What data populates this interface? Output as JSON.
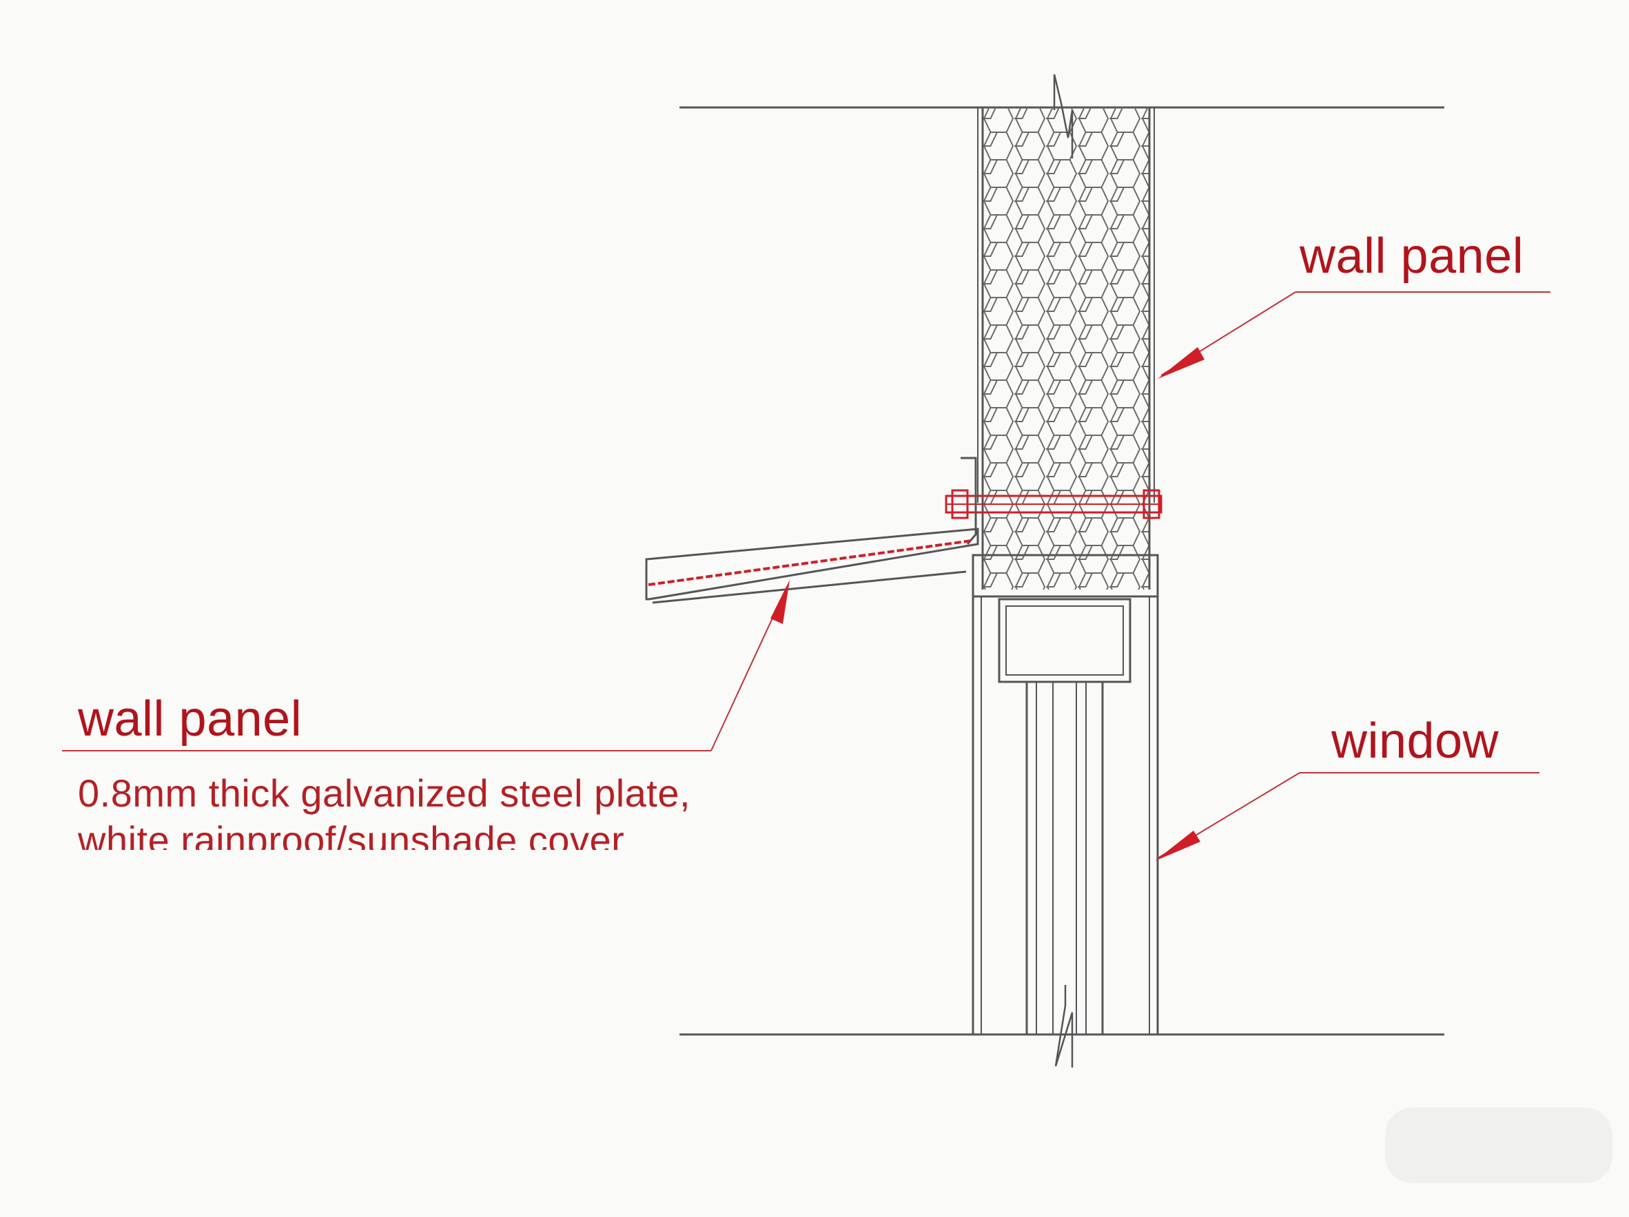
{
  "labels": {
    "wall_panel_upper": "wall panel",
    "window": "window",
    "wall_panel_cover": "wall panel",
    "cover_note_line1": "0.8mm thick galvanized steel plate,",
    "cover_note_line2": "white rainproof/sunshade cover"
  },
  "colors": {
    "annotation": "#b0141c",
    "linework": "#555555",
    "background": "#fafaf8"
  }
}
